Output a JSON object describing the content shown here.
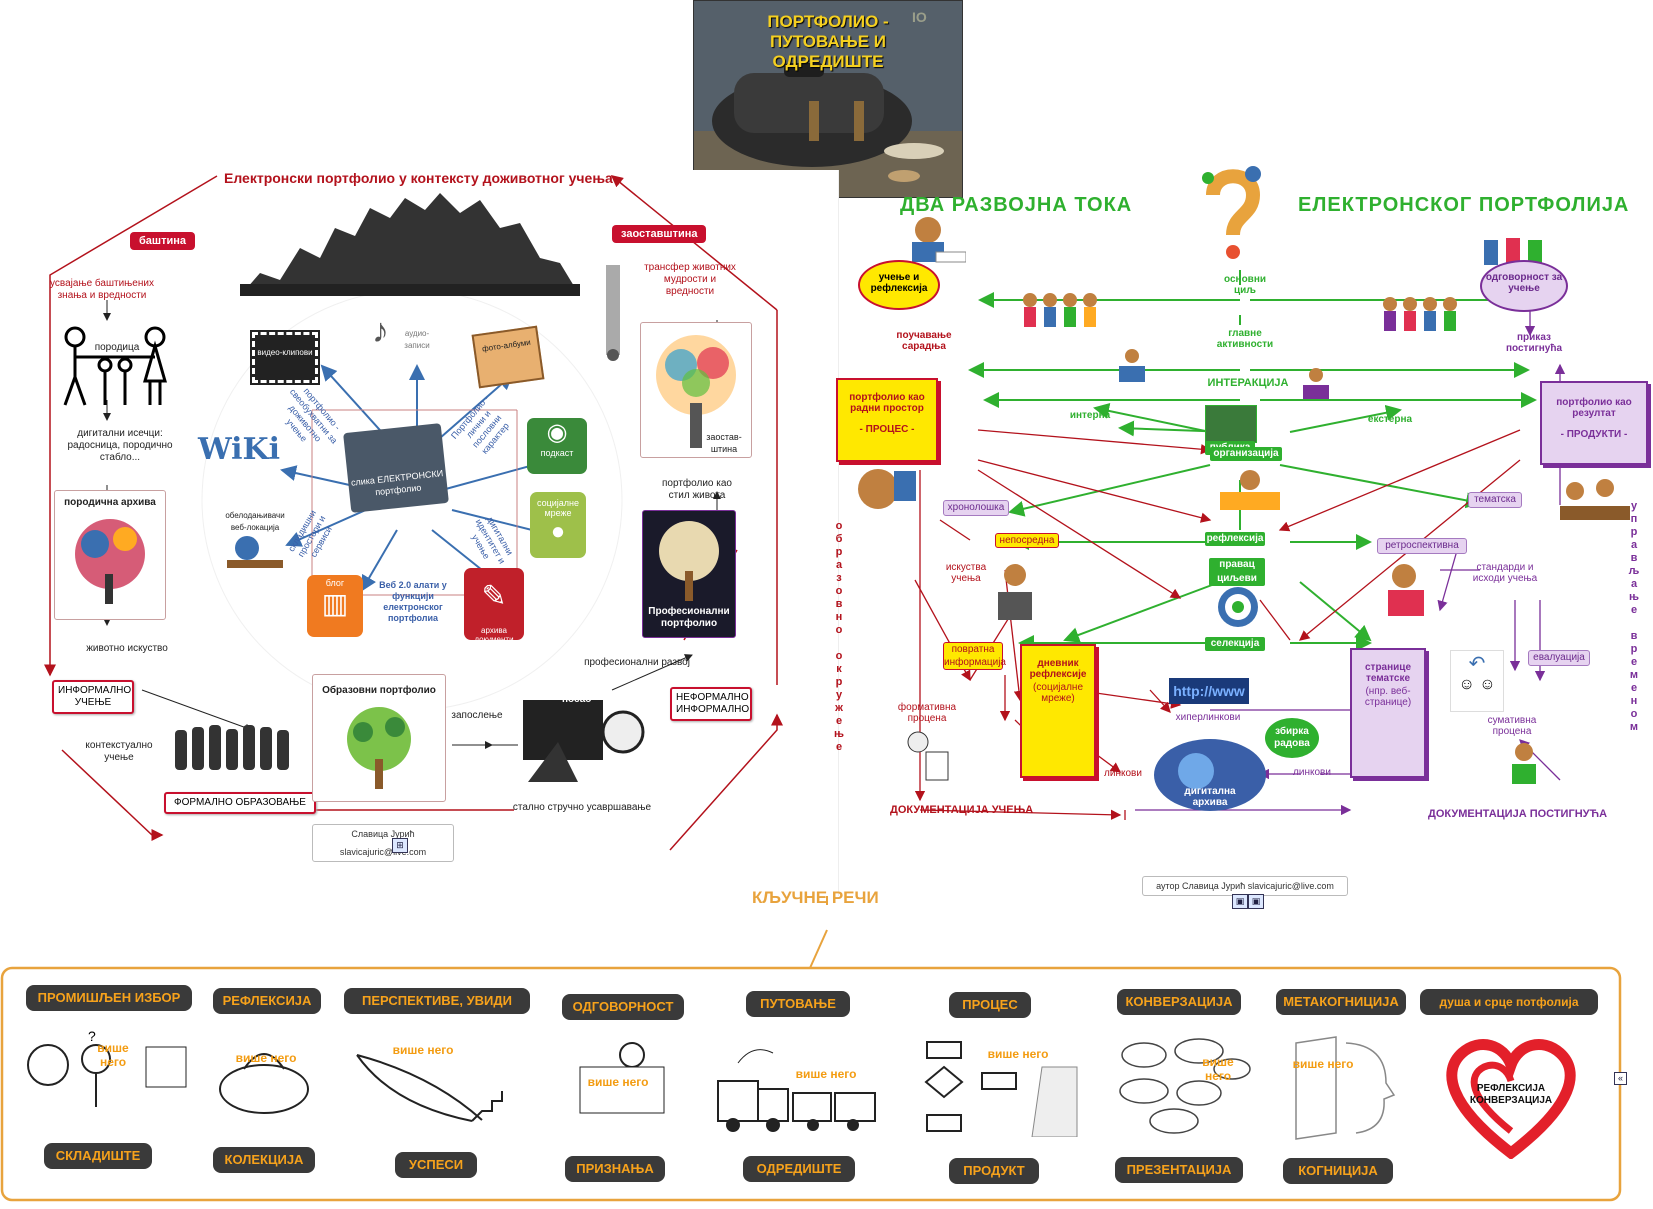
{
  "top_node": {
    "title": "ПОРТФОЛИО - ПУТОВАЊЕ И ОДРЕДИШТЕ",
    "line1": "ПОРТФОЛИО -",
    "line2": "ПУТОВАЊЕ И",
    "line3": "ОДРЕДИШТЕ",
    "faded_text": "IO"
  },
  "left_panel": {
    "title": "Електронски портфолио у контексту доживотног учења",
    "pill_left": "баштина",
    "pill_right": "заоставштина",
    "left_flow": {
      "usvajanje": "усвајање баштињених знања и вредности",
      "family": "породица",
      "digitalni": "дигитални исечци: радосница, породично стабло...",
      "archive": "породична архива",
      "life_exp": "животно искуство",
      "informal": "ИНФОРМАЛНО УЧЕЊЕ",
      "contextual": "контекстуално учење",
      "formal": "ФОРМАЛНО ОБРАЗОВАЊЕ"
    },
    "right_flow": {
      "transfer": "трансфер животних мудрости и вредности",
      "zaostavstina": "заостав-штина",
      "lifestyle": "портфолио као стил живота",
      "professional": "Професионални портфолио",
      "prof_dev": "професионални развој",
      "nonformal": "НЕФОРМАЛНО ИНФОРМАЛНО",
      "employment": "запослење",
      "job": "посао",
      "edu_portfolio": "Образовни портфолио",
      "continuous": "стално стручно усавршавање"
    },
    "center": {
      "label": "слика ЕЛЕКТРОНСКИ портфолио",
      "video": "видео-клипови",
      "audio": "аудио-записи",
      "photo": "фото-албуми",
      "wiki": "WiKi",
      "podcast": "подкаст",
      "social": "социјалне мреже",
      "knowledge": "обелодањивачи веб-локација",
      "blog": "блог",
      "archive": "архива документи",
      "web20": "Веб 2.0 алати у функцији електронског портфолиа",
      "rotated1": "портфолио - свеобухватни за доживотно учење",
      "rotated2": "Портфолио - лични и пословни карактер",
      "rotated3": "складишни простори и сервиси",
      "rotated4": "дигитални идентитет и учење"
    },
    "credit": "Славица Јурић slavicajuric@live.com"
  },
  "right_panel": {
    "head_left": "ДВА РАЗВОЈНА ТОКА",
    "head_right": "ЕЛЕКТРОНСКОГ ПОРТФОЛИЈА",
    "ucenje": "учење и рефлексија",
    "odgovornost": "одговорност за учење",
    "osnovni": "основни циљ",
    "glavne": "главне активности",
    "poucavanje": "поучавање сарадња",
    "prikaz": "приказ постигнућа",
    "interakcija": "ИНТЕРАКЦИЈА",
    "interna": "интерна",
    "eksterna": "екстерна",
    "publika": "публика",
    "radni": "портфолио као радни простор",
    "proces": "- ПРОЦЕС -",
    "rezultat": "портфолио као резултат",
    "produkti": "- ПРОДУКТИ -",
    "organizacija": "организација",
    "hronoloska": "хронолошка",
    "tematska": "тематска",
    "refleksija": "рефлексија",
    "neposredna": "непосредна",
    "retrospektivna": "ретроспективна",
    "pravac": "правац циљеви",
    "iskustva": "искуства учења",
    "standardi": "стандарди и исходи учења",
    "selekcija": "селекција",
    "povratna": "повратна информација",
    "evaluacija": "евалуација",
    "dnevnik": "дневник рефлексије",
    "dnevnik_sub": "(социјалне мреже)",
    "stranice": "странице тематске",
    "stranice_sub": "(нпр. веб-странице)",
    "formativna": "формативна процена",
    "sumativna": "сумативна процена",
    "http": "http://www",
    "hiperlinkovi": "хиперлинкови",
    "zbirka": "збирка радова",
    "digitalna": "дигитална архива",
    "linkovi_l": "линкови",
    "linkovi_r": "линкови",
    "vert_left": "образовно окружење",
    "vert_right": "управљање временом",
    "doc_ucenja": "ДОКУМЕНТАЦИЈА УЧЕЊА",
    "doc_postignuca": "ДОКУМЕНТАЦИЈА ПОСТИГНУЋА",
    "credit": "аутор Славица Јурић slavicajuric@live.com"
  },
  "keywords_title": "КЉУЧНЕ РЕЧИ",
  "keywords": [
    {
      "top": "ПРОМИШЉЕН ИЗБОР",
      "more": "више него",
      "bottom": "СКЛАДИШТЕ"
    },
    {
      "top": "РЕФЛЕКСИЈА",
      "more": "више него",
      "bottom": "КОЛЕКЦИЈА"
    },
    {
      "top": "ПЕРСПЕКТИВЕ, УВИДИ",
      "more": "више него",
      "bottom": "УСПЕСИ"
    },
    {
      "top": "ОДГОВОРНОСТ",
      "more": "више него",
      "bottom": "ПРИЗНАЊА"
    },
    {
      "top": "ПУТОВАЊЕ",
      "more": "више него",
      "bottom": "ОДРЕДИШТЕ"
    },
    {
      "top": "ПРОЦЕС",
      "more": "више него",
      "bottom": "ПРОДУКТ"
    },
    {
      "top": "КОНВЕРЗАЦИЈА",
      "more": "више него",
      "bottom": "ПРЕЗЕНТАЦИЈА"
    },
    {
      "top": "МЕТАКОГНИЦИЈА",
      "more": "више него",
      "bottom": "КОГНИЦИЈА"
    },
    {
      "top": "душа и срце потфолија",
      "heart_line1": "РЕФЛЕКСИЈА",
      "heart_line2": "КОНВЕРЗАЦИЈА"
    }
  ],
  "colors": {
    "orange": "#e8a33d",
    "red": "#c8102e",
    "green": "#2fb02f",
    "purple": "#7a2f99"
  }
}
